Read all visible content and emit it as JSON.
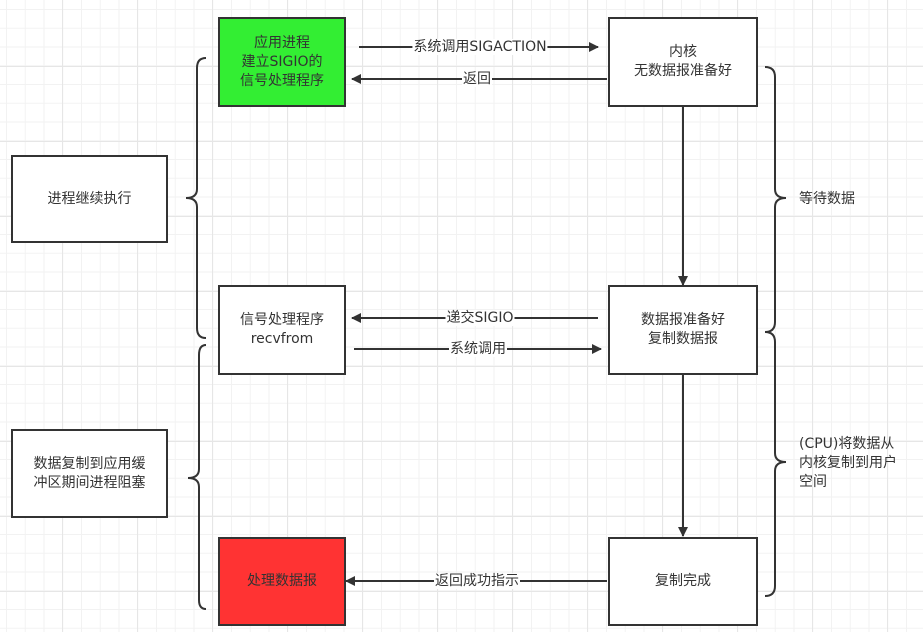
{
  "diagram": {
    "title": "信号驱动式I/O模型",
    "nodes": {
      "app_setup": {
        "label": "应用进程\n建立SIGIO的\n信号处理程序",
        "fill": "#33ee33"
      },
      "kernel_wait": {
        "label": "内核\n无数据报准备好",
        "fill": "#ffffff"
      },
      "continue": {
        "label": "进程继续执行",
        "fill": "#ffffff"
      },
      "handler": {
        "label": "信号处理程序\nrecvfrom",
        "fill": "#ffffff"
      },
      "kernel_ready": {
        "label": "数据报准备好\n复制数据报",
        "fill": "#ffffff"
      },
      "blocked": {
        "label": "数据复制到应用缓\n冲区期间进程阻塞",
        "fill": "#ffffff"
      },
      "process": {
        "label": "处理数据报",
        "fill": "#ff3333"
      },
      "copy_done": {
        "label": "复制完成",
        "fill": "#ffffff"
      }
    },
    "edges": {
      "sigaction": {
        "label": "系统调用SIGACTION",
        "from": "app_setup",
        "to": "kernel_wait"
      },
      "return": {
        "label": "返回",
        "from": "kernel_wait",
        "to": "app_setup"
      },
      "deliver": {
        "label": "递交SIGIO",
        "from": "kernel_ready",
        "to": "handler"
      },
      "syscall": {
        "label": "系统调用",
        "from": "handler",
        "to": "kernel_ready"
      },
      "success": {
        "label": "返回成功指示",
        "from": "copy_done",
        "to": "process"
      },
      "wait_to_ready": {
        "label": "",
        "from": "kernel_wait",
        "to": "kernel_ready"
      },
      "ready_to_done": {
        "label": "",
        "from": "kernel_ready",
        "to": "copy_done"
      }
    },
    "braces": {
      "waiting": {
        "label": "等待数据"
      },
      "cpu_copy": {
        "label": "(CPU)将数据从\n内核复制到用户\n空间"
      }
    },
    "colors": {
      "stroke": "#333333",
      "green": "#33ee33",
      "red": "#ff3333"
    }
  }
}
